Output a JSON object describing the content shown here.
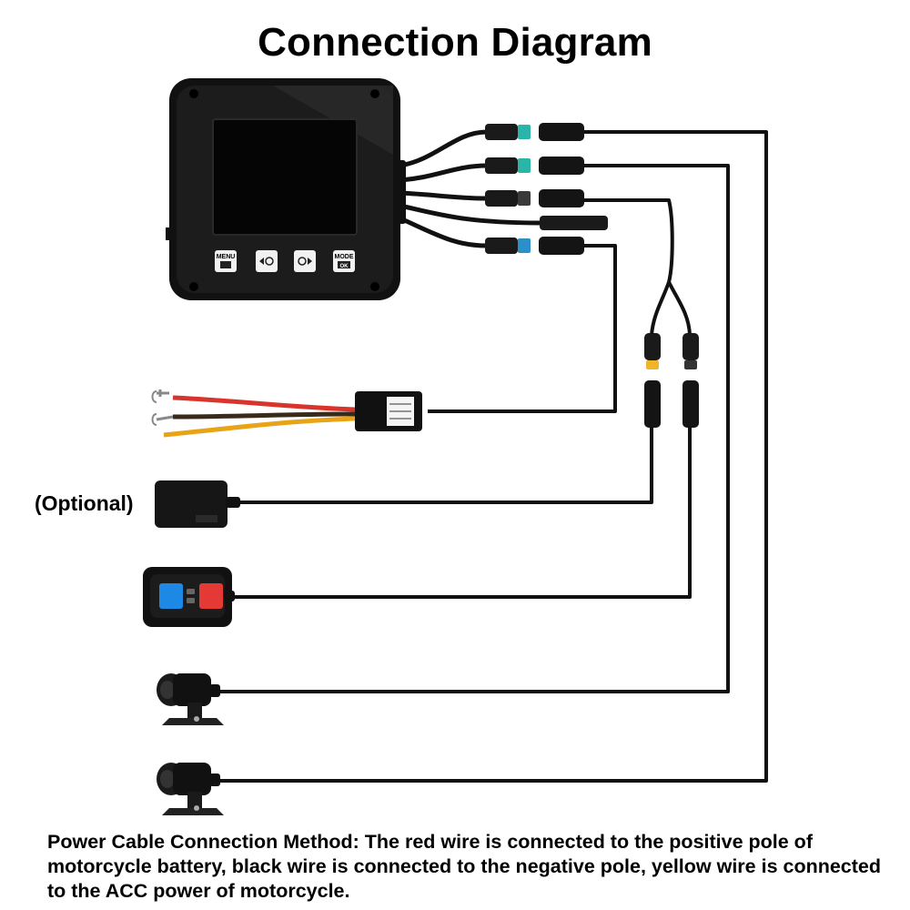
{
  "title": "Connection Diagram",
  "optional_label": "(Optional)",
  "note": "Power Cable Connection Method: The red wire is connected to the positive pole of motorcycle battery, black wire is connected to the negative pole, yellow wire is connected to the ACC power of motorcycle.",
  "dvr_buttons": [
    {
      "label": "MENU",
      "icon": "menu-icon"
    },
    {
      "label": "",
      "icon": "left-arrow-icon"
    },
    {
      "label": "",
      "icon": "right-arrow-icon"
    },
    {
      "label": "MODE",
      "icon": "ok-icon",
      "sub": "OK"
    }
  ],
  "wire_colors": {
    "red": "#d9342b",
    "black": "#222222",
    "yellow": "#e8a317"
  },
  "remote_colors": {
    "left": "#1e88e5",
    "right": "#e53935"
  },
  "connector_colors": {
    "teal": "#2bb5a8",
    "orange": "#f0b429"
  }
}
